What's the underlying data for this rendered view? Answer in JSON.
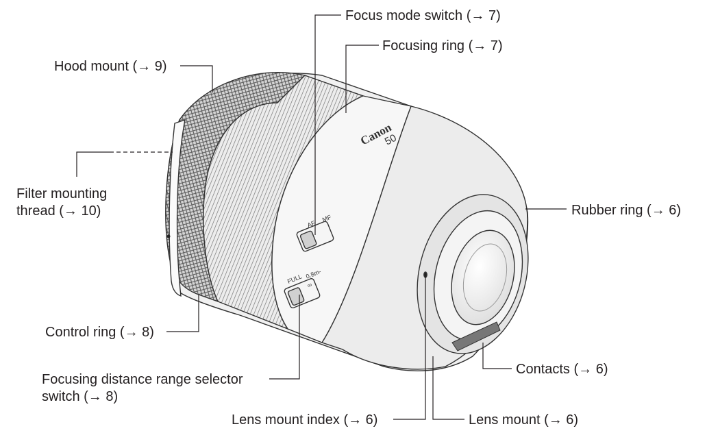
{
  "labels": {
    "focus_mode_switch": "Focus mode switch (→ 7)",
    "focusing_ring": "Focusing ring (→ 7)",
    "hood_mount": "Hood mount (→ 9)",
    "filter_thread_line1": "Filter mounting",
    "filter_thread_line2": "thread (→ 10)",
    "rubber_ring": "Rubber ring (→ 6)",
    "control_ring": "Control ring (→ 8)",
    "contacts": "Contacts (→ 6)",
    "fd_selector_line1": "Focusing distance range selector",
    "fd_selector_line2": "switch (→ 8)",
    "lens_mount_index": "Lens mount index (→ 6)",
    "lens_mount": "Lens mount (→ 6)"
  },
  "lens_markings": {
    "brand": "Canon",
    "focal_length": "50",
    "af": "AF",
    "mf": "MF",
    "full": "FULL",
    "distance": "0.8m-",
    "infinity": "∞"
  }
}
